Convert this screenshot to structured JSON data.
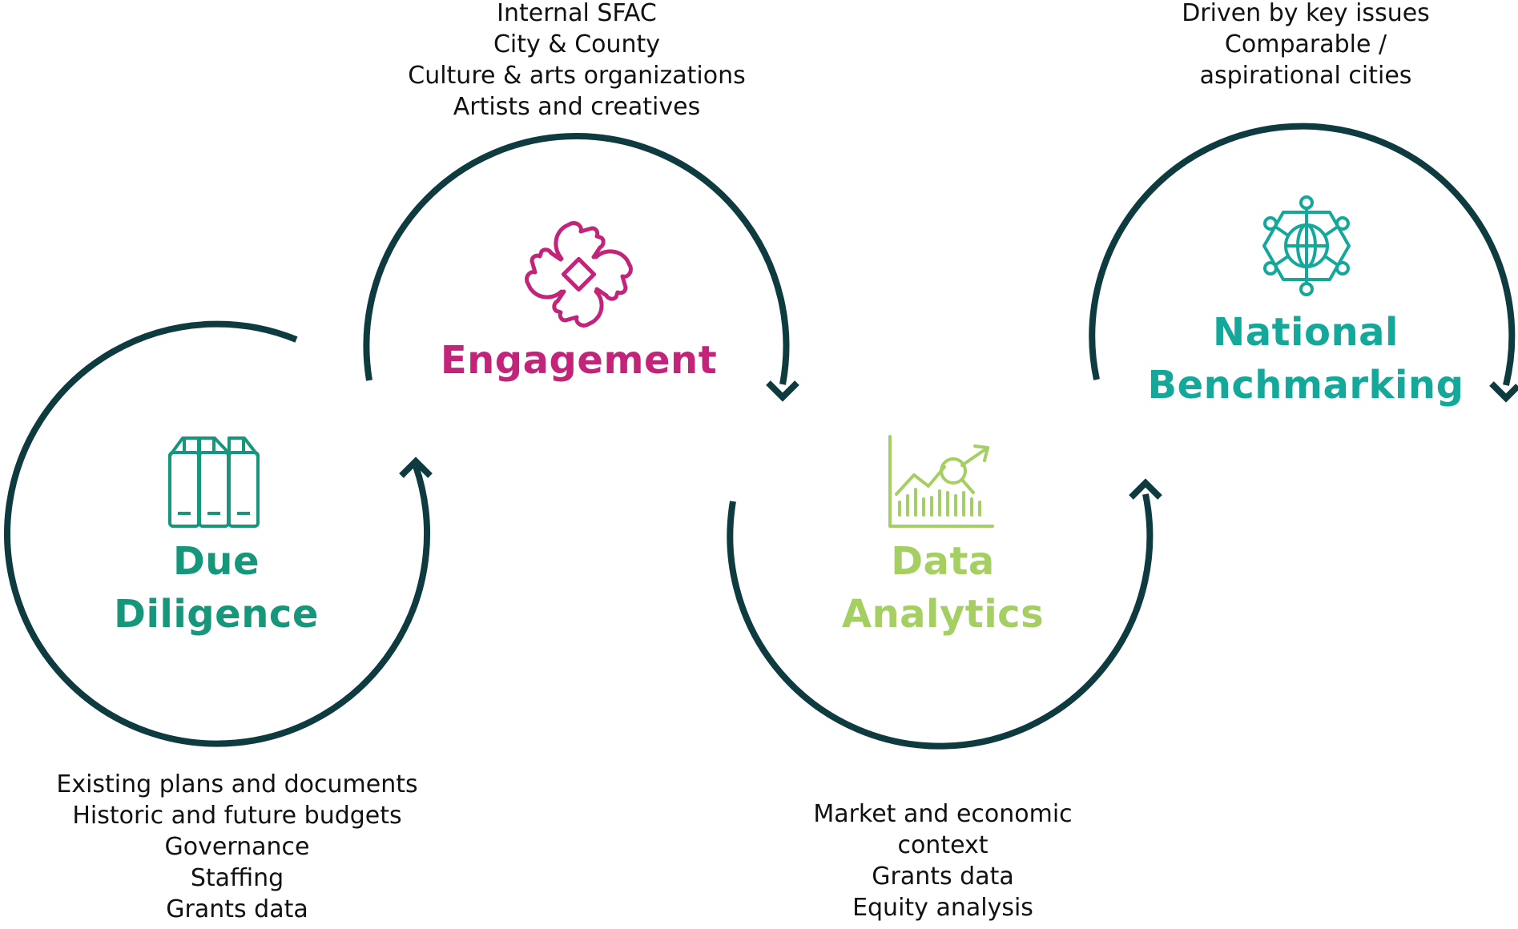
{
  "colors": {
    "arc": "#0d3b3f",
    "due_diligence": "#16967a",
    "engagement": "#c2247a",
    "data_analytics": "#a5cf63",
    "national_benchmarking": "#14a89b",
    "text": "#111111"
  },
  "stages": [
    {
      "key": "due_diligence",
      "icon": "binders-icon",
      "title_lines": [
        "Due",
        "Diligence"
      ],
      "notes": [
        "Existing plans and documents",
        "Historic and future budgets",
        "Governance",
        "Staffing",
        "Grants data"
      ]
    },
    {
      "key": "engagement",
      "icon": "joined-hands-icon",
      "title_lines": [
        "Engagement"
      ],
      "notes": [
        "Internal SFAC",
        "City & County",
        "Culture & arts organizations",
        "Artists and creatives"
      ]
    },
    {
      "key": "data_analytics",
      "icon": "analytics-chart-icon",
      "title_lines": [
        "Data",
        "Analytics"
      ],
      "notes": [
        "Market and economic",
        "context",
        "Grants data",
        "Equity analysis"
      ]
    },
    {
      "key": "national_benchmarking",
      "icon": "globe-network-icon",
      "title_lines": [
        "National",
        "Benchmarking"
      ],
      "notes": [
        "Driven by key issues",
        "Comparable /",
        "aspirational cities"
      ]
    }
  ]
}
